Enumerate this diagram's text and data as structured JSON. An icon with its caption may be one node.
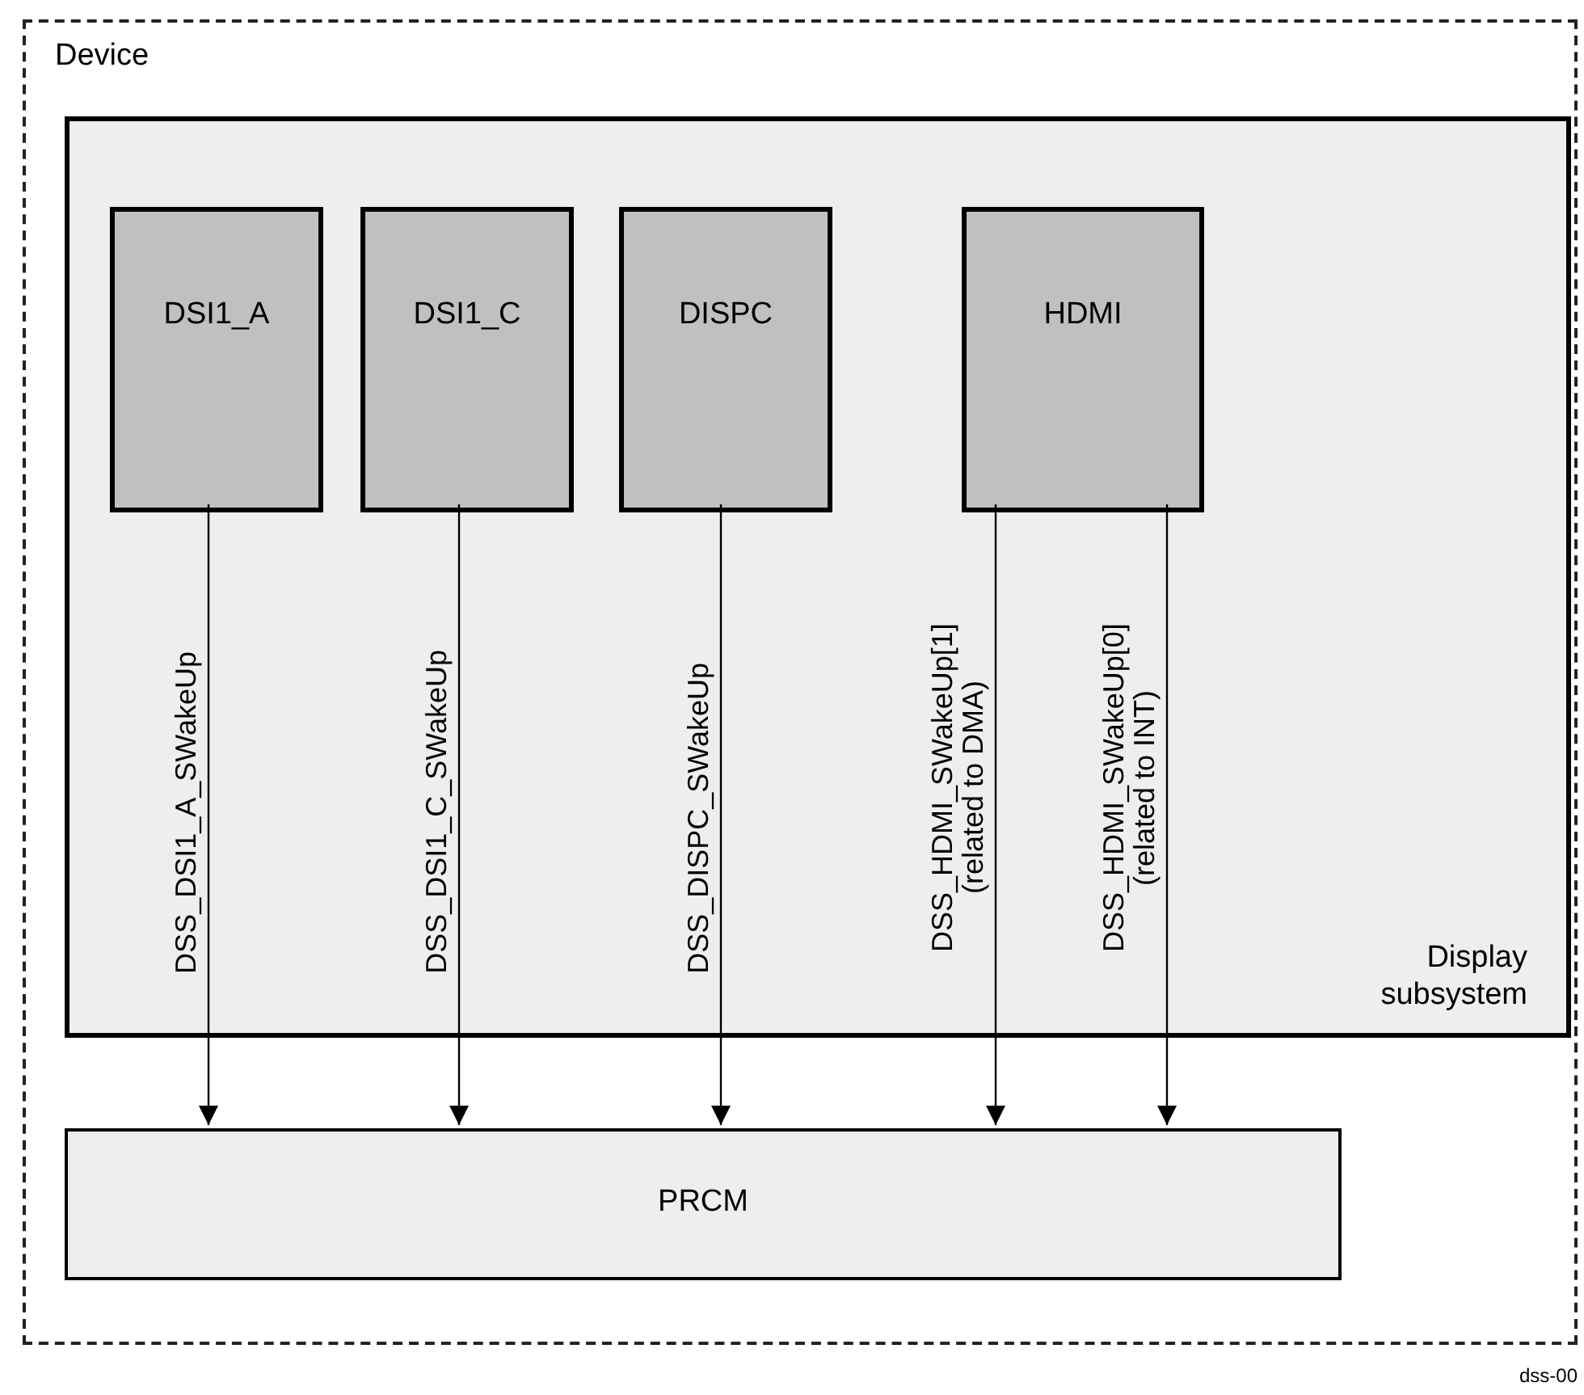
{
  "diagram": {
    "nodes": [
      {
        "text": [
          "Device"
        ]
      },
      {
        "text": [
          "Display subsystem"
        ],
        "in": 0
      },
      {
        "text": [
          "DSI1_A"
        ],
        "in": 1
      },
      {
        "text": [
          "DSI1_C"
        ],
        "in": 1
      },
      {
        "text": [
          "DISPC"
        ],
        "in": 1
      },
      {
        "text": [
          "HDMI"
        ],
        "in": 1
      },
      {
        "text": [
          "PRCM"
        ],
        "in": 0
      }
    ],
    "edges": [
      {
        "from": 2,
        "to": 6,
        "arrow": "to",
        "label": "DSS_DSI1_A_SWakeUp"
      },
      {
        "from": 3,
        "to": 6,
        "arrow": "to",
        "label": "DSS_DSI1_C_SWakeUp"
      },
      {
        "from": 4,
        "to": 6,
        "arrow": "to",
        "label": "DSS_DISPC_SWakeUp"
      },
      {
        "from": 5,
        "to": 6,
        "arrow": "to",
        "label": "DSS_HDMI_SWakeUp[1] (related to DMA)"
      },
      {
        "from": 5,
        "to": 6,
        "arrow": "to",
        "label": "DSS_HDMI_SWakeUp[0] (related to INT)"
      }
    ],
    "labels": [
      "dss-00"
    ]
  }
}
